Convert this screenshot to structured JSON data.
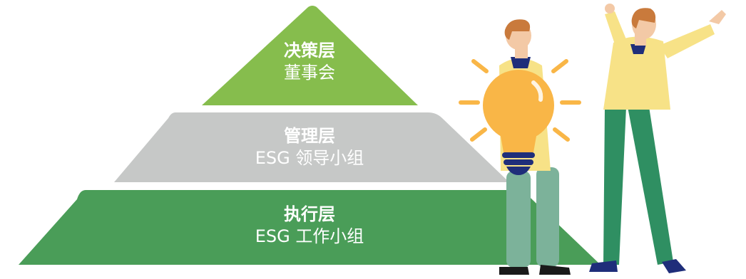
{
  "pyramid": {
    "tiers": [
      {
        "title": "决策层",
        "subtitle": "董事会",
        "color": "#86bd4d"
      },
      {
        "title": "管理层",
        "subtitle": "ESG 领导小组",
        "color": "#c6c8c7"
      },
      {
        "title": "执行层",
        "subtitle": "ESG 工作小组",
        "color": "#4a9d58"
      }
    ]
  },
  "illustration": {
    "icons": [
      "lightbulb-icon",
      "person-holding-bulb-icon",
      "person-cheering-icon"
    ],
    "colors": {
      "bulb": "#f9b647",
      "bulb_base": "#1f2e7a",
      "shirt": "#f7e287",
      "pants_left": "#7cb29a",
      "pants_right": "#2f8f62",
      "hair": "#c97a3c",
      "skin": "#f3c9a6",
      "shoes": "#1a1a1a"
    }
  }
}
